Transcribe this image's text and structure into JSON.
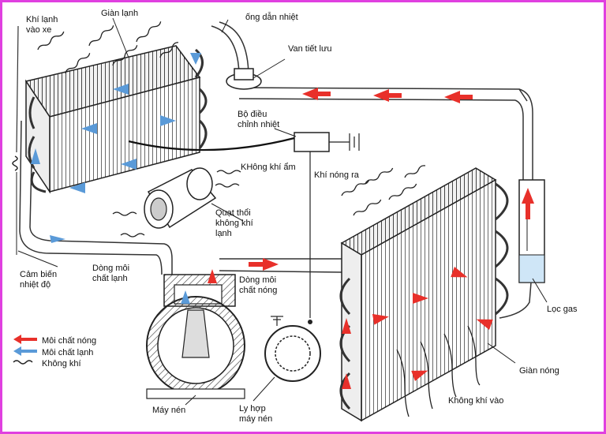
{
  "labels": {
    "cold_air_in_car": [
      "Khí lạnh",
      "vào xe"
    ],
    "evaporator": "Giàn lạnh",
    "heat_tube": "ống dẫn nhiệt",
    "expansion_valve": "Van tiết lưu",
    "thermostat": [
      "Bộ điều",
      "chỉnh nhiệt"
    ],
    "humid_air": "KHông khí ẩm",
    "hot_air_out": "Khí nóng ra",
    "blower_fan": [
      "Quạt thổi",
      "không khí",
      "lạnh"
    ],
    "temp_sensor": [
      "Cảm biến",
      "nhiệt độ"
    ],
    "cold_refrigerant_line": [
      "Dòng môi",
      "chất lạnh"
    ],
    "hot_refrigerant_line": [
      "Dòng môi",
      "chất nóng"
    ],
    "gas_filter": "Lọc gas",
    "condenser": "Giàn nóng",
    "air_in": "Không khí vào",
    "compressor": "Máy nén",
    "compressor_clutch": [
      "Ly hợp",
      "máy nén"
    ]
  },
  "legend": [
    {
      "label": "Môi chất nóng",
      "color": "#e8302a",
      "kind": "arrow"
    },
    {
      "label": "Môi chất lạnh",
      "color": "#5a9ad8",
      "kind": "arrow"
    },
    {
      "label": "Không khí",
      "color": "#222222",
      "kind": "wave"
    }
  ],
  "colors": {
    "hot": "#e8302a",
    "cold": "#5a9ad8",
    "frame": "#e040e0",
    "line": "#222222"
  }
}
